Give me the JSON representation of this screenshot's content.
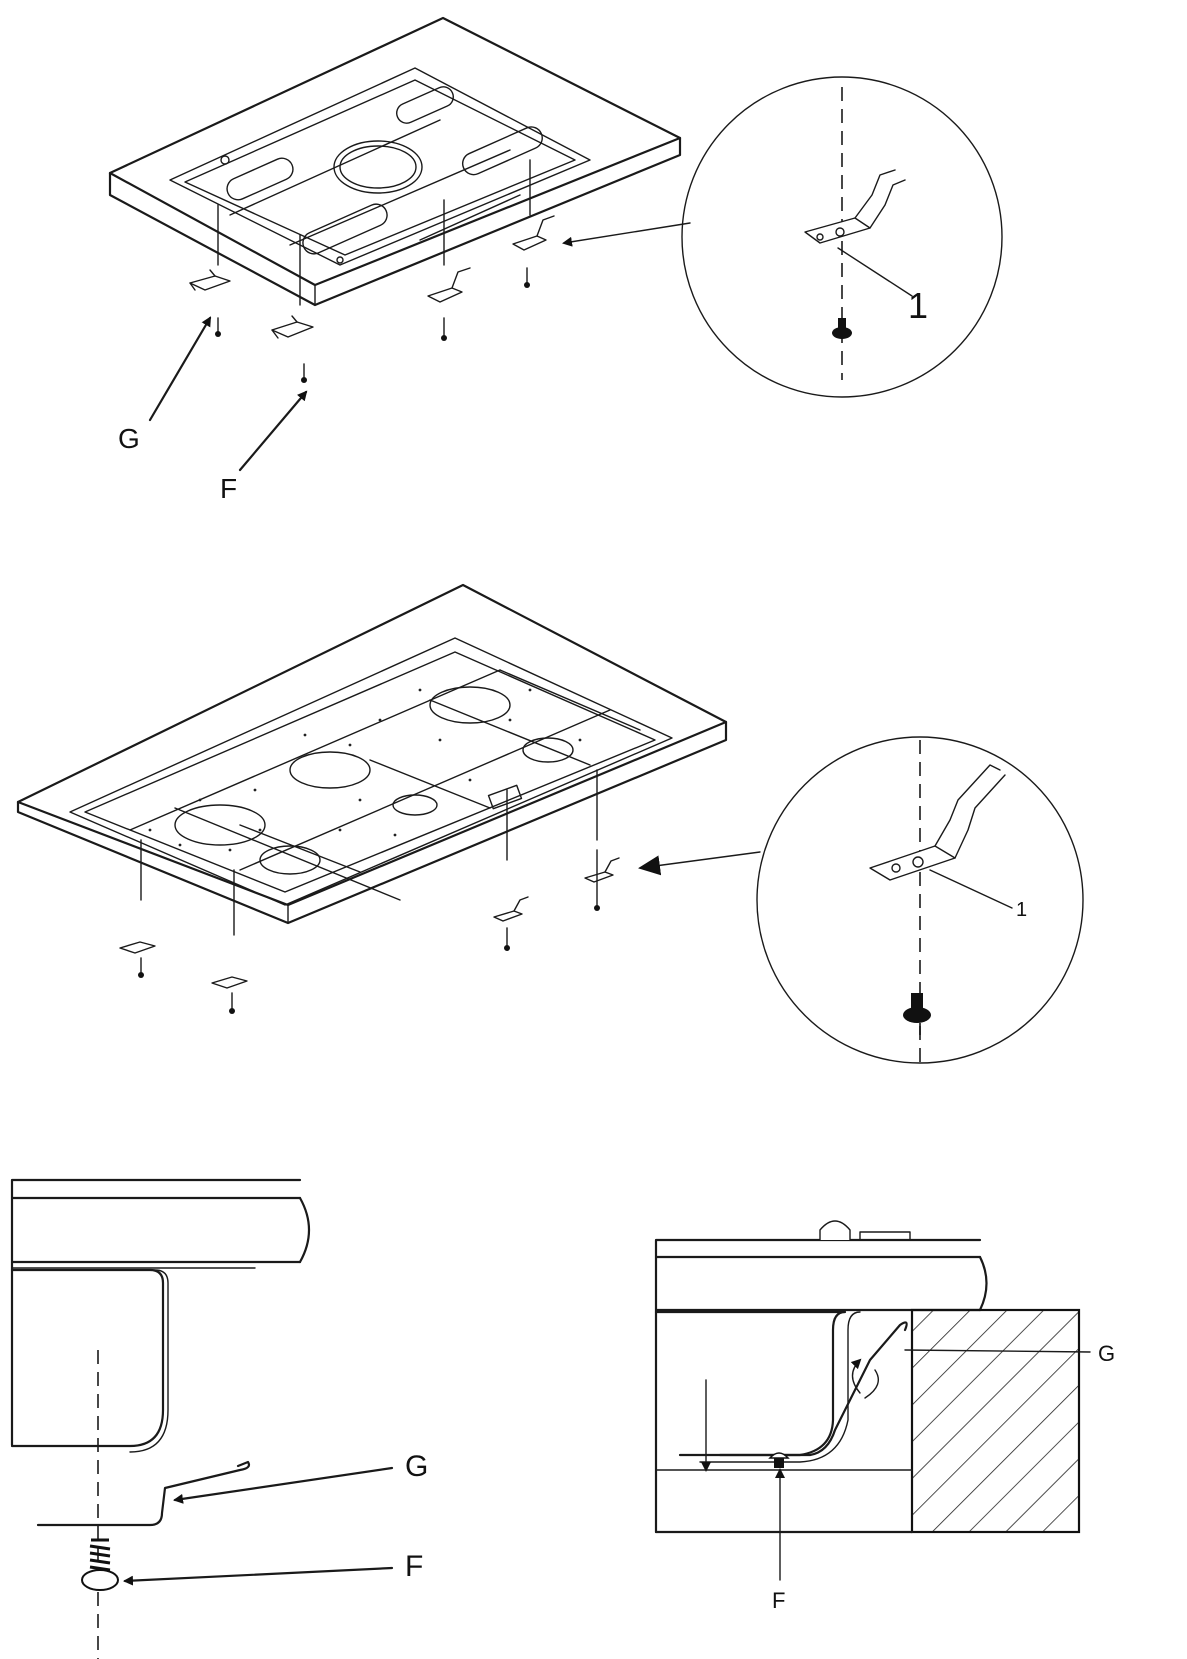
{
  "labels": {
    "top_g": "G",
    "top_f": "F",
    "top_detail_1": "1",
    "mid_detail_1": "1",
    "bottom_left_g": "G",
    "bottom_left_f": "F",
    "bottom_right_g": "G",
    "bottom_right_f": "F"
  }
}
